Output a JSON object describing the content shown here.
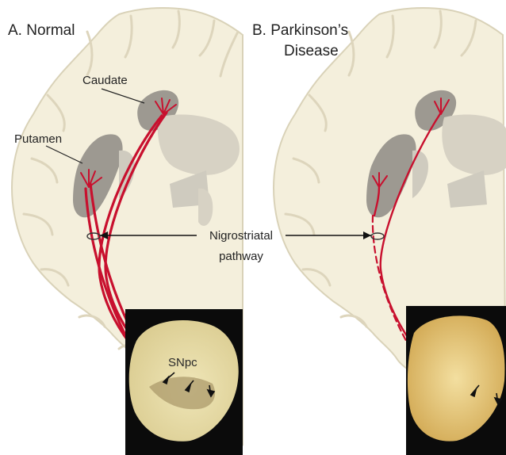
{
  "panels": [
    {
      "title": "A. Normal",
      "labels": {
        "caudate": "Caudate",
        "putamen": "Putamen"
      },
      "photo_label": "SNpc"
    },
    {
      "title_line1": "B. Parkinson’s",
      "title_line2": "Disease"
    }
  ],
  "shared": {
    "pathway_line1": "Nigrostriatal",
    "pathway_line2": "pathway"
  },
  "colors": {
    "brain_fill": "#f4efdc",
    "brain_outline": "#d9d2b8",
    "nuclei_dark": "#9d9991",
    "nuclei_light": "#cfcbbf",
    "pathway": "#c8102e",
    "photo_bg": "#0b0b0b",
    "tissue": "#e6dba8"
  }
}
